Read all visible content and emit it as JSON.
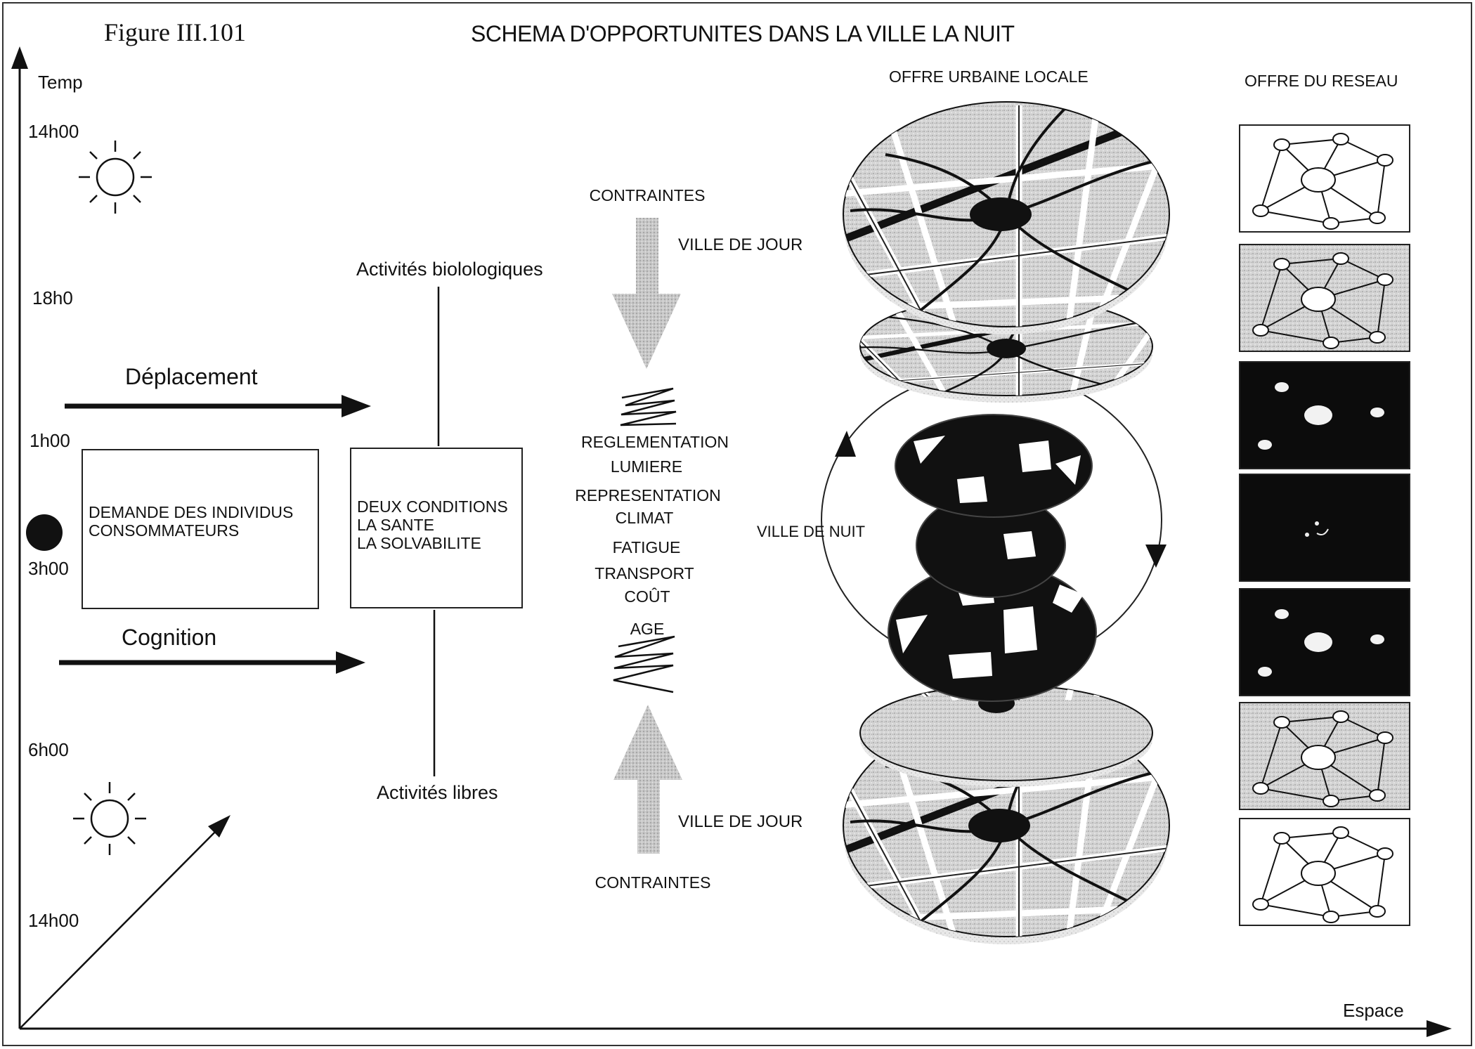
{
  "figure_label": "Figure III.101",
  "title": "SCHEMA D'OPPORTUNITES DANS LA VILLE LA NUIT",
  "axes": {
    "y_label": "Temp",
    "x_label": "Espace"
  },
  "times": [
    "14h00",
    "18h0",
    "1h00",
    "3h00",
    "6h00",
    "14h00"
  ],
  "arrows": {
    "movement": "Déplacement",
    "cognition": "Cognition"
  },
  "boxes": {
    "demand": "DEMANDE DES INDIVIDUS\nCONSOMMATEURS",
    "conditions": "DEUX CONDITIONS\nLA SANTE\nLA SOLVABILITE"
  },
  "activities": {
    "top": "Activités biolologiques",
    "bottom": "Activités libres"
  },
  "constraints": {
    "top": "CONTRAINTES",
    "bottom": "CONTRAINTES",
    "factors": [
      "REGLEMENTATION",
      "LUMIERE",
      "REPRESENTATION",
      "CLIMAT",
      "FATIGUE",
      "TRANSPORT",
      "COÛT",
      "AGE"
    ]
  },
  "city": {
    "local_offer": "OFFRE URBAINE LOCALE",
    "network_offer": "OFFRE DU RESEAU",
    "day_top": "VILLE DE JOUR",
    "night": "VILLE DE NUIT",
    "day_bottom": "VILLE DE JOUR"
  },
  "network_panels": [
    "light",
    "gray",
    "dark",
    "dark-sparse",
    "dark",
    "gray",
    "light"
  ]
}
